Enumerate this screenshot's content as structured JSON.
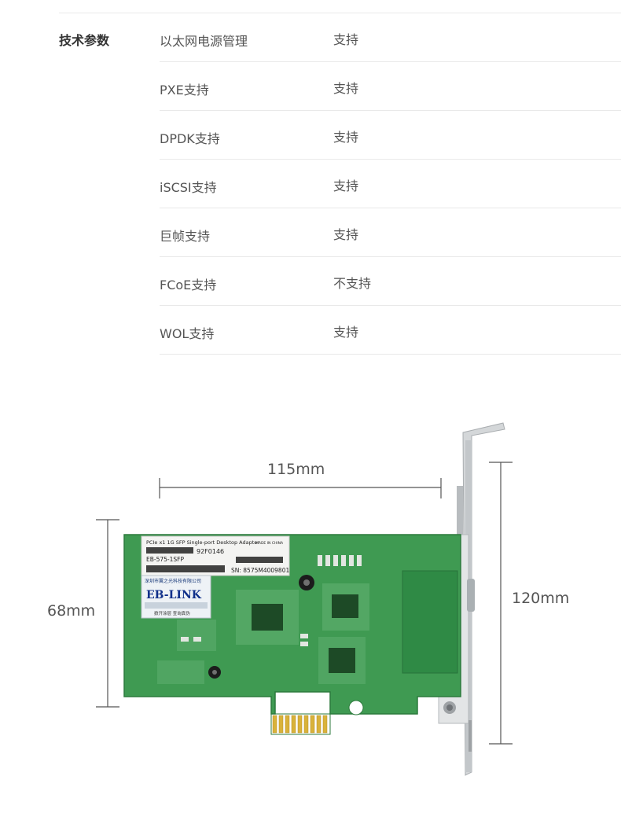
{
  "section_label": "技术参数",
  "specs": [
    {
      "name": "以太网电源管理",
      "value": "支持"
    },
    {
      "name": "PXE支持",
      "value": "支持"
    },
    {
      "name": "DPDK支持",
      "value": "支持"
    },
    {
      "name": "iSCSI支持",
      "value": "支持"
    },
    {
      "name": "巨帧支持",
      "value": "支持"
    },
    {
      "name": "FCoE支持",
      "value": "不支持"
    },
    {
      "name": "WOL支持",
      "value": "支持"
    }
  ],
  "dimensions": {
    "length": "115mm",
    "height_card": "68mm",
    "height_bracket": "120mm"
  },
  "card_label": {
    "title": "PCIe x1 1G SFP Single-port Desktop Adapter",
    "model": "EB-575-1SFP",
    "code": "92F0146",
    "made_in": "MADE IN CHINA",
    "serial": "SN: 8575M4009801"
  },
  "brand_sticker": {
    "company": "深圳市翼之光科技有限公司",
    "brand": "EB-LINK",
    "slogan": "掀开涂层 查询真伪"
  },
  "colors": {
    "pcb": "#3f9a52",
    "pcb_dark": "#2f7d40",
    "bracket": "#cfd2d4",
    "gold": "#d9b23a",
    "dim_line": "#555555"
  }
}
